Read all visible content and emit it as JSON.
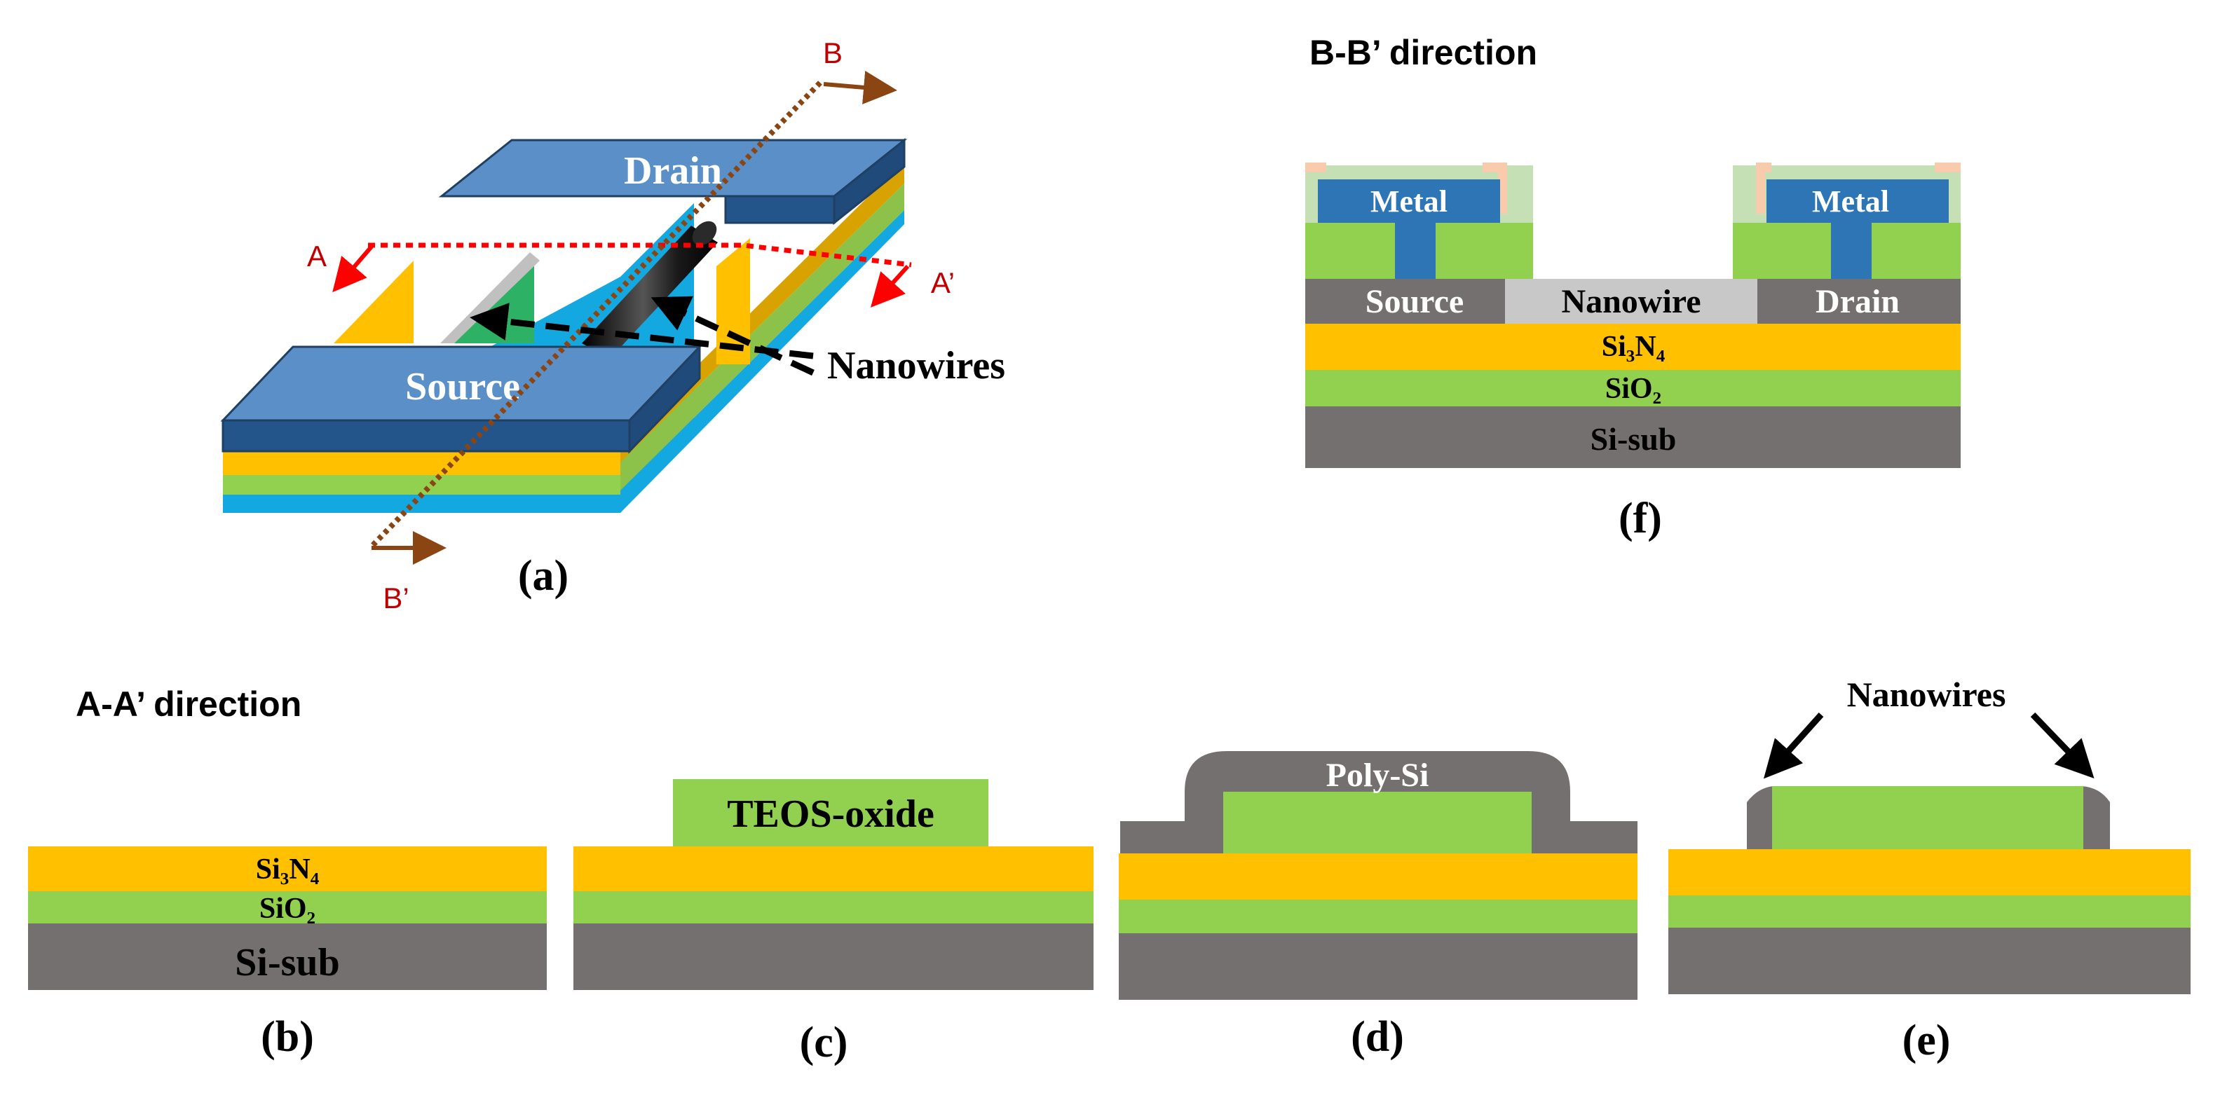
{
  "colors": {
    "si_sub": "#757070",
    "sio2": "#92D050",
    "si3n4": "#FFC000",
    "metal": "#2E75B6",
    "pad_top": "#5B8FC8",
    "pad_side": "#24558A",
    "poly_si": "#757070",
    "nanowire_gray": "#C8C8C8",
    "section_red": "#FF0000",
    "section_brown": "#8B4513",
    "label_red": "#C00000",
    "substrate_blue": "#14A8E0",
    "arrow_black": "#000000",
    "white_text": "#FFFFFF"
  },
  "icons": {
    "section_marker": "section-arrow-icon",
    "pointer": "pointer-arrow-icon"
  },
  "panel_a": {
    "caption": "(a)",
    "drain": "Drain",
    "source": "Source",
    "nanowires": "Nanowires",
    "section_a": "A",
    "section_a_prime": "A’",
    "section_b": "B",
    "section_b_prime": "B’"
  },
  "panel_f": {
    "heading": "B-B’ direction",
    "caption": "(f)",
    "metal_left": "Metal",
    "metal_right": "Metal",
    "source": "Source",
    "nanowire": "Nanowire",
    "drain": "Drain",
    "si3n4": "Si₃N₄",
    "sio2": "SiO₂",
    "si_sub": "Si-sub"
  },
  "aa_heading": "A-A’ direction",
  "panel_b": {
    "caption": "(b)",
    "si3n4": "Si₃N₄",
    "sio2": "SiO₂",
    "si_sub": "Si-sub"
  },
  "panel_c": {
    "caption": "(c)",
    "teos": "TEOS-oxide"
  },
  "panel_d": {
    "caption": "(d)",
    "poly_si": "Poly-Si"
  },
  "panel_e": {
    "caption": "(e)",
    "nanowires": "Nanowires"
  }
}
